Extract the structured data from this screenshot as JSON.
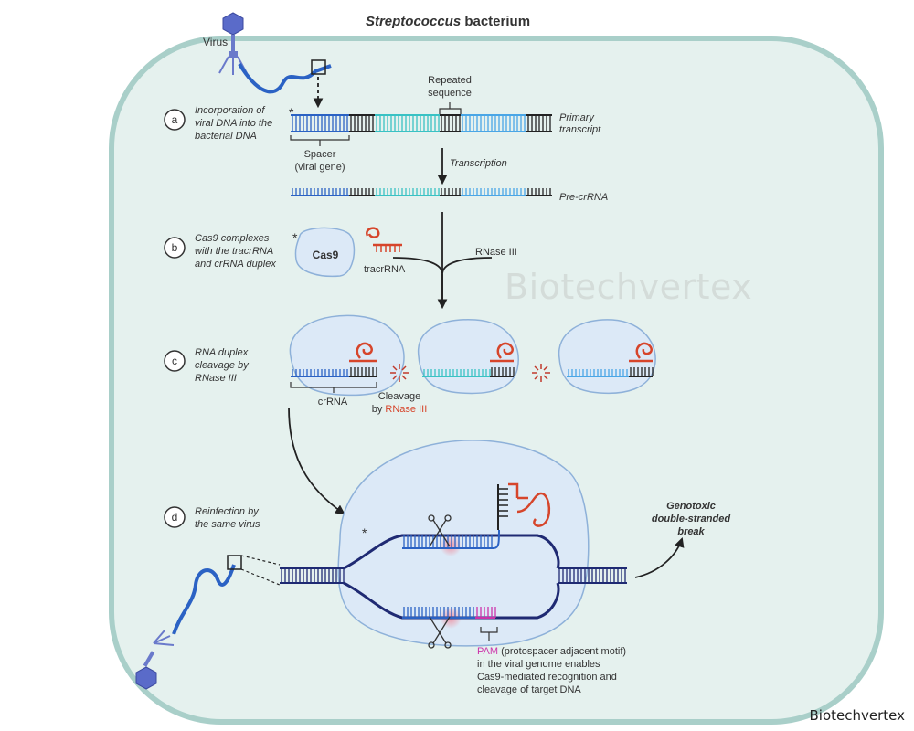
{
  "title": {
    "italic": "Streptococcus",
    "rest": " bacterium"
  },
  "virus_label": "Virus",
  "steps": {
    "a": {
      "letter": "a",
      "lines": [
        "Incorporation of",
        "viral DNA into the",
        "bacterial DNA"
      ]
    },
    "b": {
      "letter": "b",
      "lines": [
        "Cas9 complexes",
        "with the tracrRNA",
        "and crRNA duplex"
      ]
    },
    "c": {
      "letter": "c",
      "lines": [
        "RNA duplex",
        "cleavage by",
        "RNase III"
      ]
    },
    "d": {
      "letter": "d",
      "lines": [
        "Reinfection by",
        "the same virus"
      ]
    }
  },
  "labels": {
    "repeated": [
      "Repeated",
      "sequence"
    ],
    "primary": [
      "Primary",
      "transcript"
    ],
    "spacer": [
      "Spacer",
      "(viral gene)"
    ],
    "transcription": "Transcription",
    "pre_crrna": "Pre-crRNA",
    "cas9": "Cas9",
    "tracrrna": "tracrRNA",
    "rnase": "RNase III",
    "crrna": "crRNA",
    "cleavage_line1": "Cleavage",
    "cleavage_by": "by ",
    "cleavage_rnase": "RNase III",
    "genotoxic": [
      "Genotoxic",
      "double-stranded",
      "break"
    ],
    "pam_term": "PAM",
    "pam_rest": " (protospacer adjacent motif)",
    "pam_lines": [
      "in the viral genome enables",
      "Cas9-mediated recognition and",
      "cleavage of target DNA"
    ],
    "asterisk": "*"
  },
  "watermark": "Biotechvertex",
  "credit": "Biotechvertex",
  "colors": {
    "cell_fill": "#e5f1ee",
    "cell_border": "#a9cfc9",
    "dna_blue": "#2b62c4",
    "dna_dark": "#1f2a73",
    "teal": "#39c2c4",
    "light_blue": "#4aa6e6",
    "black": "#222222",
    "rna_red": "#d6452b",
    "pam_magenta": "#cc33aa",
    "cas9_fill": "#dce9f7",
    "cas9_border": "#8eb1d9"
  }
}
